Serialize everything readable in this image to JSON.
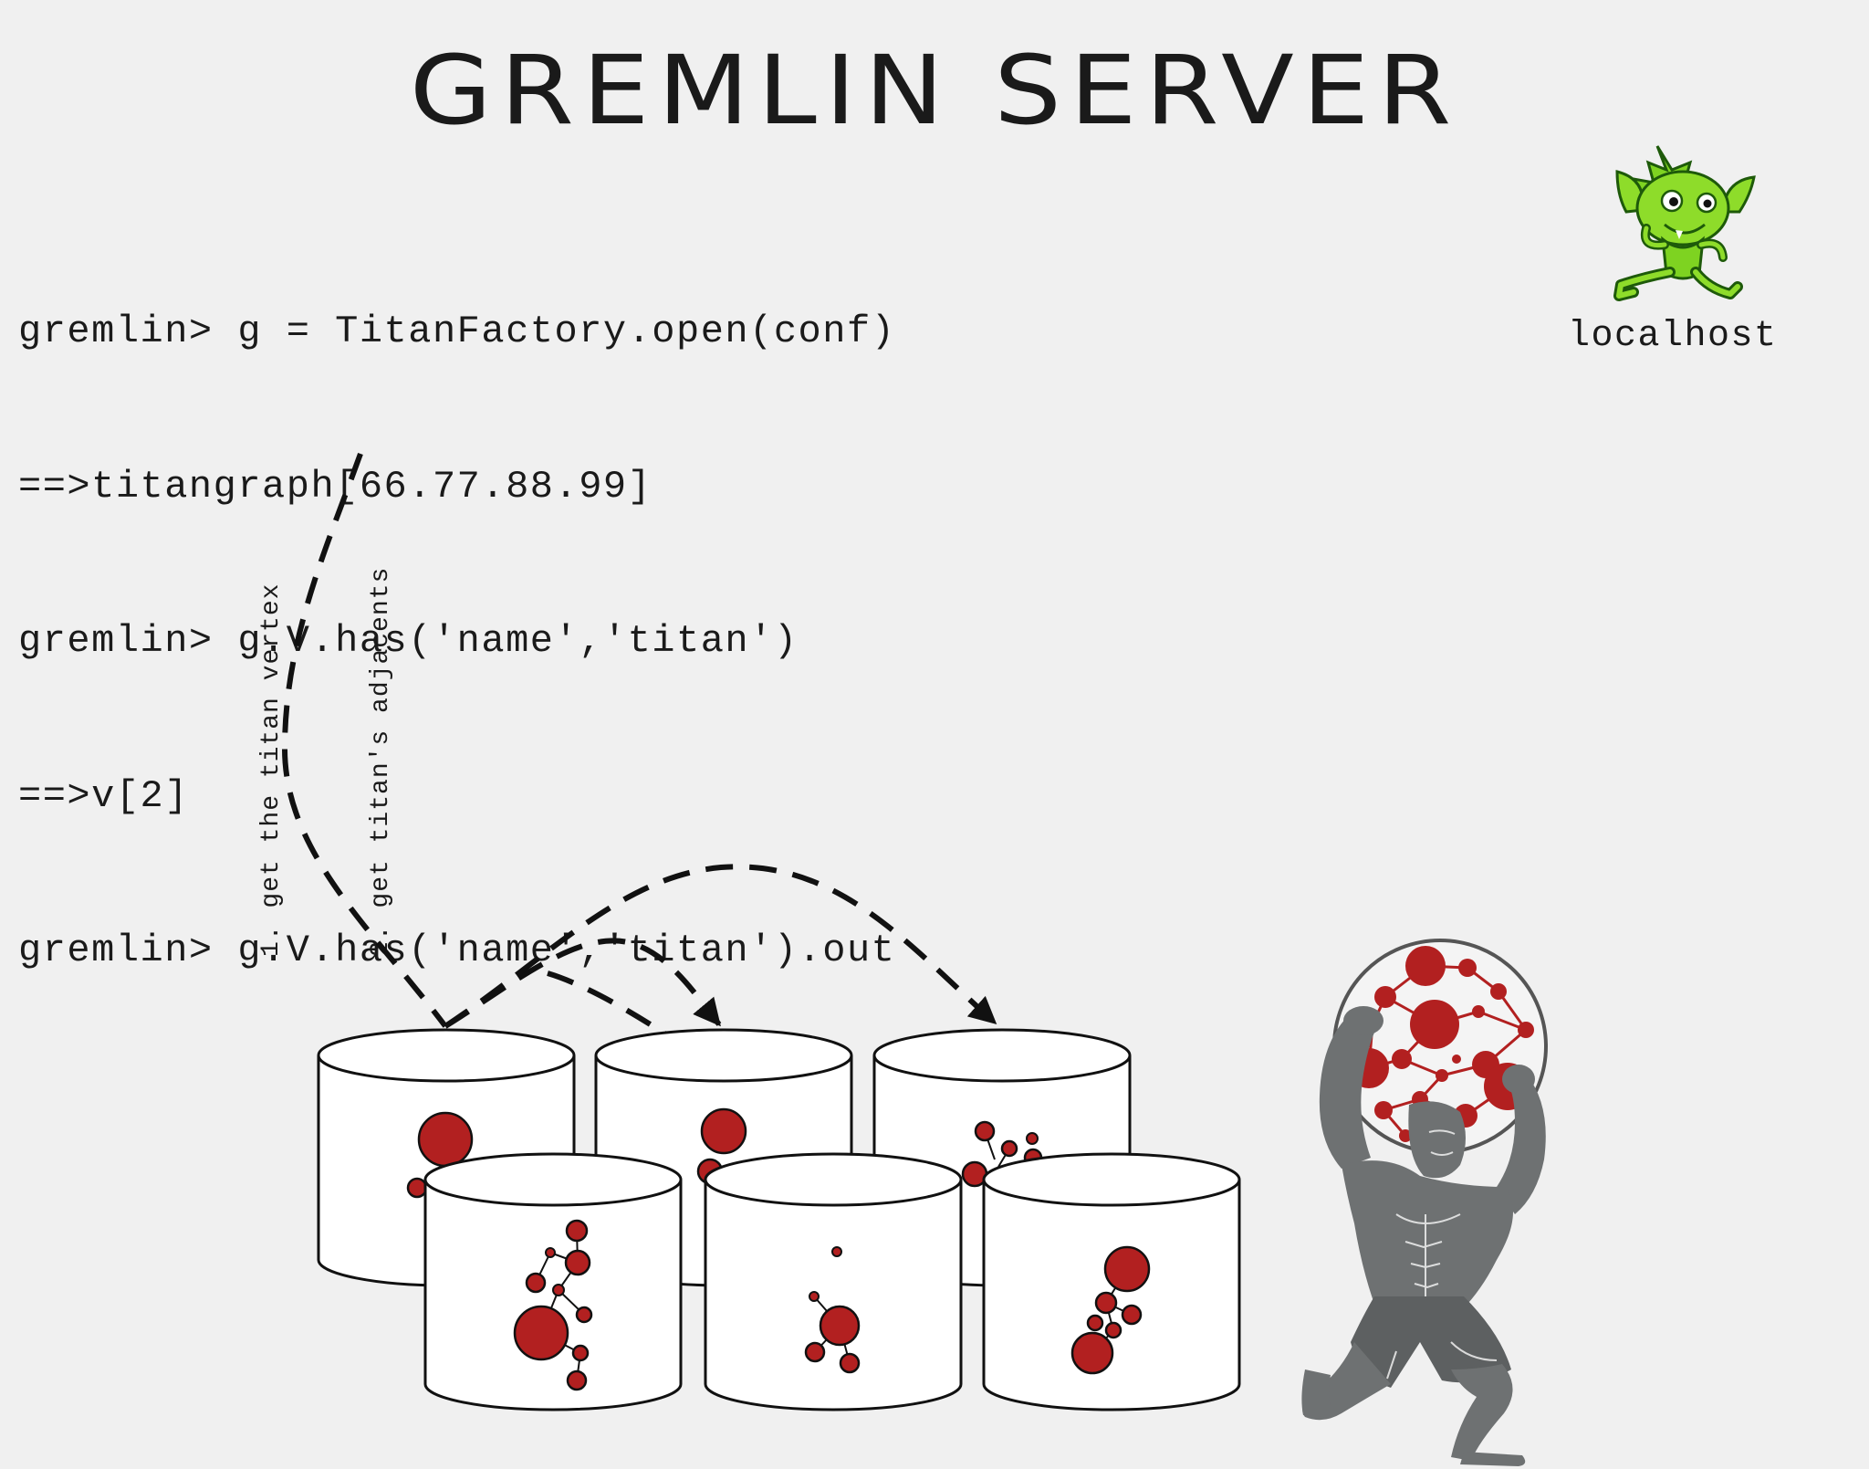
{
  "title": "GREMLIN SERVER",
  "console": [
    "gremlin> g = TitanFactory.open(conf)",
    "==>titangraph[66.77.88.99]",
    "gremlin> g.V.has('name','titan')",
    "==>v[2]",
    "gremlin> g.V.has('name','titan').out"
  ],
  "host": {
    "label": "localhost",
    "icon": "gremlin-mascot-icon"
  },
  "steps": [
    "1. get the titan vertex",
    "2. get titan's adjacents"
  ],
  "colors": {
    "background": "#f0f0f0",
    "node_red": "#b22020",
    "atlas_gray": "#6e7172",
    "mascot_green": "#7ed321"
  },
  "storage": {
    "icon": "database-cylinder-icon",
    "count": 6
  },
  "figure": {
    "icon": "atlas-holding-graph-globe-icon"
  }
}
